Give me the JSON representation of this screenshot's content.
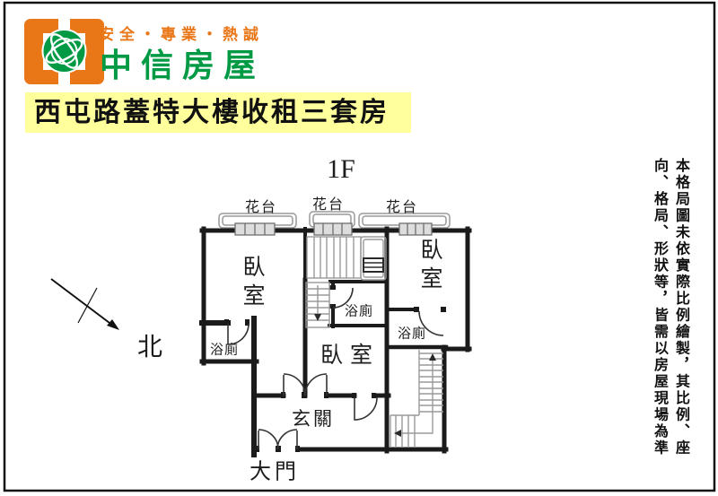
{
  "logo": {
    "slogan": "安全・專業・熱誠",
    "brand": "中信房屋"
  },
  "banner": {
    "title": "西屯路蓋特大樓收租三套房"
  },
  "floorplan": {
    "floor_label": "1F",
    "north_label": "北",
    "flower_beds": [
      "花台",
      "花台",
      "花台"
    ],
    "bedrooms": [
      "臥室",
      "臥室",
      "臥室"
    ],
    "bathrooms": [
      "浴廁",
      "浴廁",
      "浴廁"
    ],
    "entrance": "玄關",
    "main_door": "大門"
  },
  "disclaimer": "本格局圖未依實際比例繪製，其比例、座向、格局、形狀等，皆需以房屋現場為準",
  "colors": {
    "brand_orange": "#e97617",
    "brand_green": "#009a44",
    "banner_yellow": "#ffff9c",
    "wall_black": "#1b1b1b",
    "stair_gray": "#9a9a9a"
  }
}
